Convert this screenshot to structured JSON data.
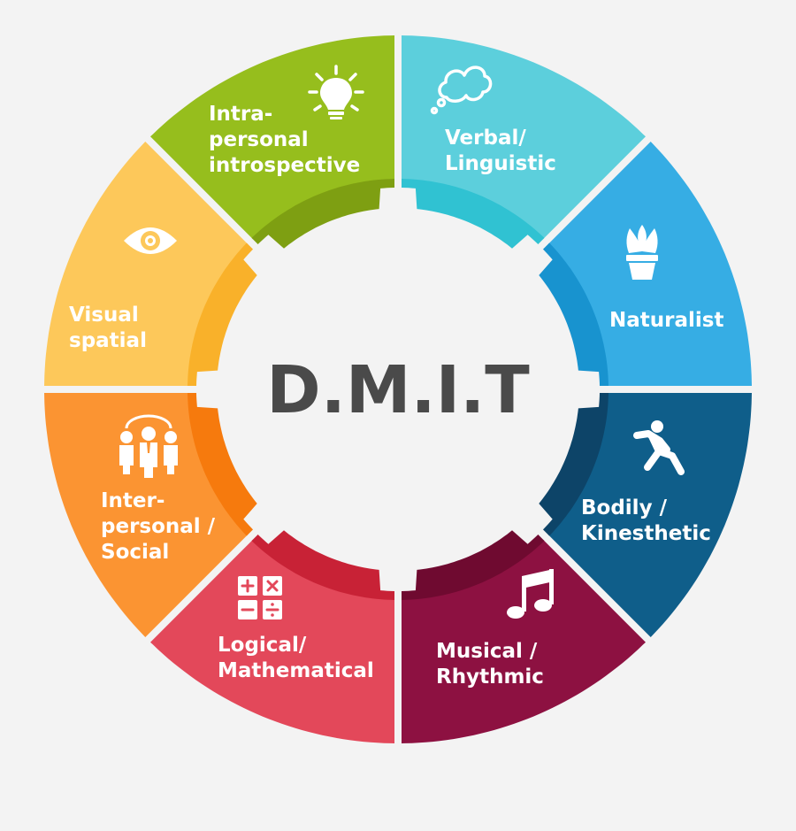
{
  "center": {
    "title": "D.M.I.T"
  },
  "segments": [
    {
      "id": "verbal",
      "lines": [
        "Verbal/",
        "Linguistic"
      ],
      "icon": "thought-bubble-icon",
      "color": "#5ccfdc",
      "inner_color": "#30c2d2"
    },
    {
      "id": "naturalist",
      "lines": [
        "Naturalist"
      ],
      "icon": "potted-plant-icon",
      "color": "#36ade4",
      "inner_color": "#1893cf"
    },
    {
      "id": "bodily",
      "lines": [
        "Bodily /",
        "Kinesthetic"
      ],
      "icon": "running-person-icon",
      "color": "#0f5e8a",
      "inner_color": "#0d4468"
    },
    {
      "id": "musical",
      "lines": [
        "Musical /",
        "Rhythmic"
      ],
      "icon": "music-note-icon",
      "color": "#8d1141",
      "inner_color": "#6f0a30"
    },
    {
      "id": "logical",
      "lines": [
        "Logical/",
        "Mathematical"
      ],
      "icon": "calculator-icon",
      "color": "#e3485a",
      "inner_color": "#c82236"
    },
    {
      "id": "interpersonal",
      "lines": [
        "Inter-",
        "personal /",
        "Social"
      ],
      "icon": "people-group-icon",
      "color": "#fb9432",
      "inner_color": "#f67a0d"
    },
    {
      "id": "visual",
      "lines": [
        "Visual",
        "spatial"
      ],
      "icon": "eye-icon",
      "color": "#fdc85a",
      "inner_color": "#f9b12a"
    },
    {
      "id": "intrapersonal",
      "lines": [
        "Intra-",
        "personal",
        "introspective"
      ],
      "icon": "light-bulb-icon",
      "color": "#96be1d",
      "inner_color": "#7e9f12"
    }
  ]
}
